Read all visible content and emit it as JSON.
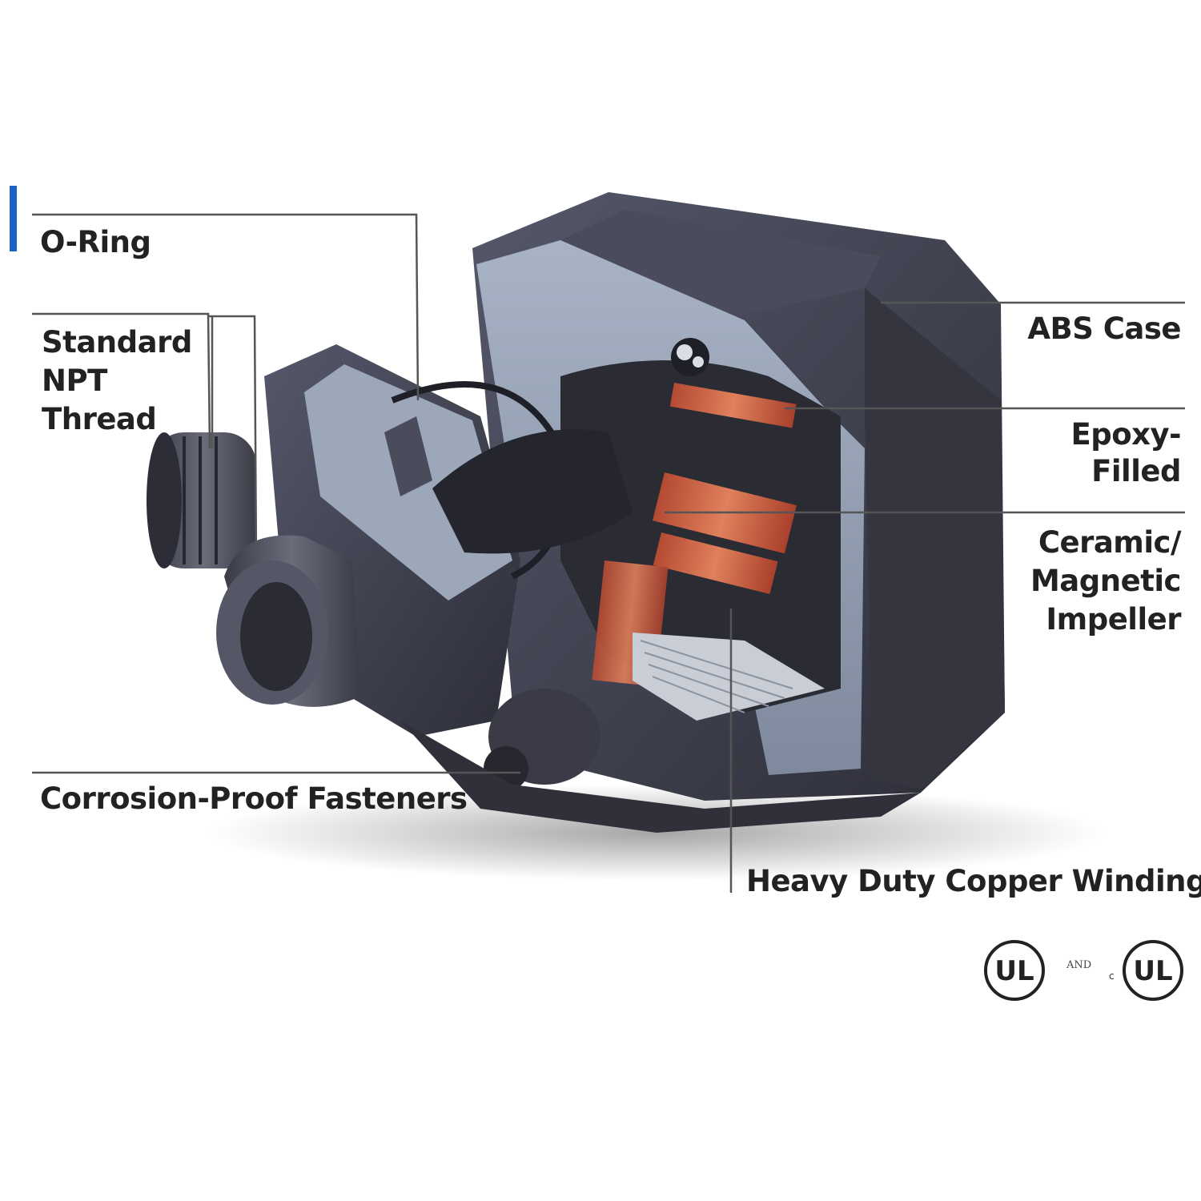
{
  "labels": {
    "o_ring": "O-Ring",
    "npt": [
      "Standard",
      "NPT",
      "Thread"
    ],
    "fasteners": "Corrosion-Proof Fasteners",
    "abs_case": "ABS Case",
    "epoxy": [
      "Epoxy-",
      "Filled"
    ],
    "impeller": [
      "Ceramic/",
      "Magnetic",
      "Impeller"
    ],
    "copper": "Heavy Duty Copper Winding"
  },
  "certification": {
    "mark": "UL",
    "joiner": "AND",
    "prefix": "c"
  },
  "colors": {
    "accent": "#1a63c8",
    "leader": "#555555",
    "case_dark": "#3d3f4b",
    "case_inner": "#8f9bb0",
    "copper": "#c4553a"
  }
}
